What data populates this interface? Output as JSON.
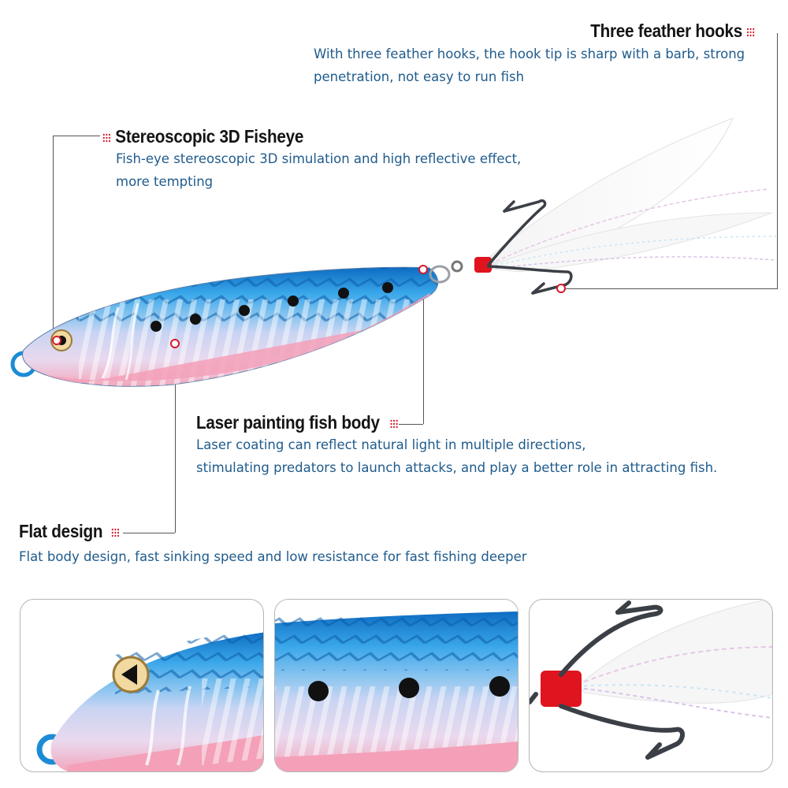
{
  "features": {
    "hooks": {
      "title": "Three feather hooks",
      "lines": [
        "With three feather hooks, the hook tip is sharp with a barb, strong",
        "penetration, not easy to run fish"
      ]
    },
    "fisheye": {
      "title": "Stereoscopic 3D Fisheye",
      "lines": [
        "Fish-eye stereoscopic 3D simulation and high reflective effect,",
        "more tempting"
      ]
    },
    "laser": {
      "title": "Laser painting fish body",
      "lines": [
        "Laser coating can reflect natural light in multiple directions,",
        "stimulating predators to launch attacks, and play a better role in attracting fish."
      ]
    },
    "flat": {
      "title": "Flat design",
      "lines": [
        "Flat body design, fast sinking speed and low resistance for fast fishing deeper"
      ]
    }
  },
  "colors": {
    "heading": "#141414",
    "description": "#1f5b8c",
    "marker": "#d7192a",
    "lure_back": "#1e86d6",
    "lure_belly": "#f2a7bd",
    "wrap": "#e0141e"
  },
  "icons": {
    "marker": "dot-grid-icon",
    "hook": "treble-hook-icon"
  }
}
